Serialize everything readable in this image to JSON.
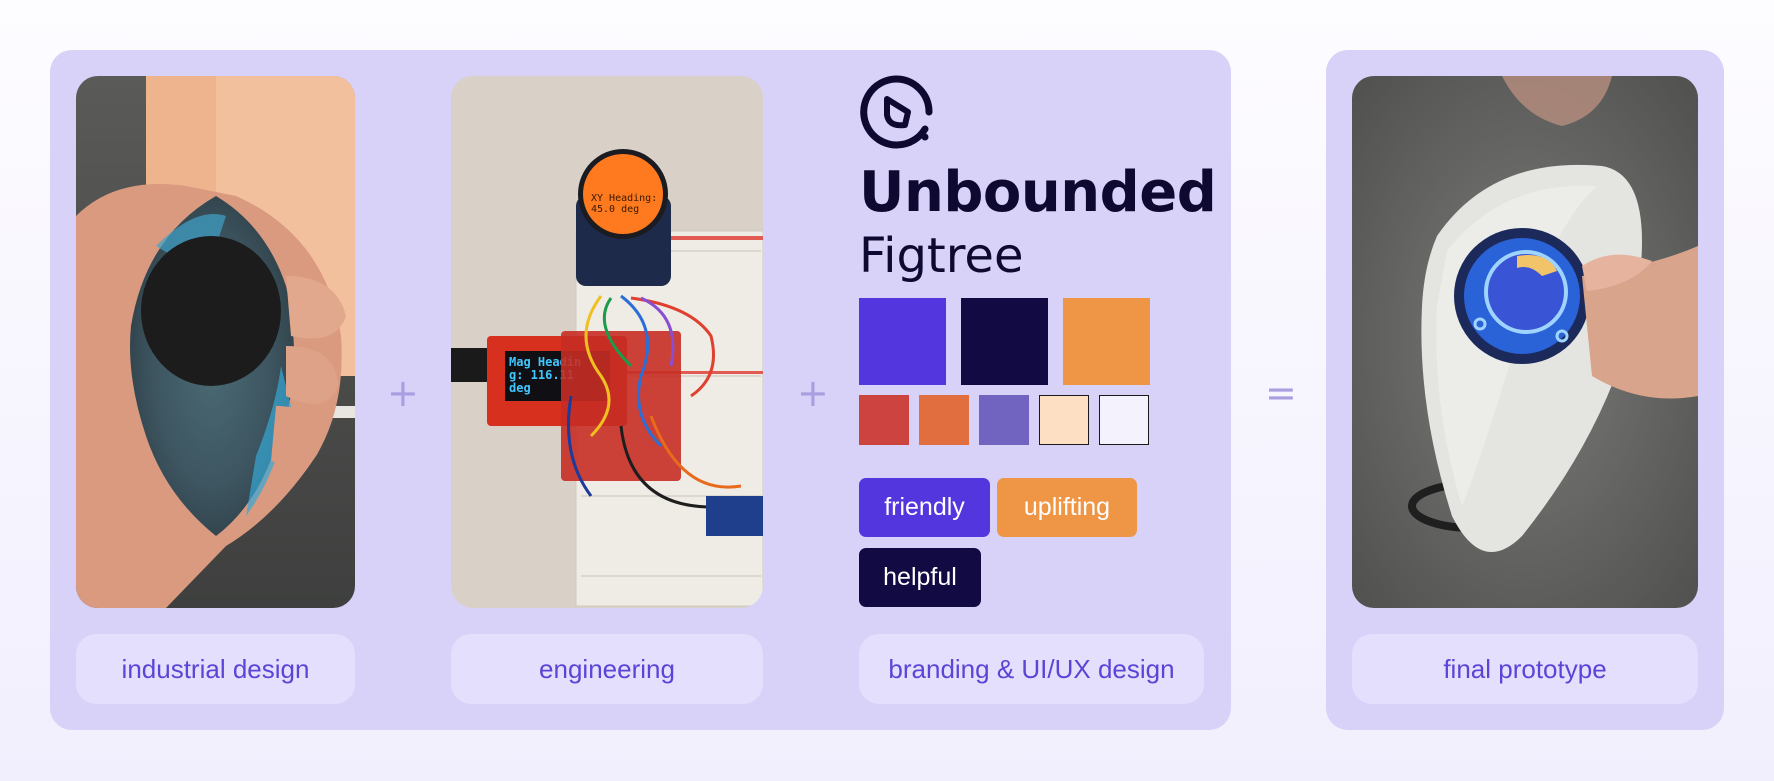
{
  "labels": {
    "industrial": "industrial design",
    "engineering": "engineering",
    "branding": "branding & UI/UX design",
    "final": "final prototype"
  },
  "operators": {
    "plus": "+",
    "equals": "="
  },
  "brand": {
    "heading_font": "Unbounded",
    "body_font": "Figtree",
    "primary_swatches": [
      "#5436df",
      "#120a42",
      "#ee9645"
    ],
    "secondary_swatches": [
      "#cc4340",
      "#e06e3f",
      "#7163c0",
      "#fde0c4",
      "#f3f2fd"
    ]
  },
  "tags": {
    "friendly": "friendly",
    "uplifting": "uplifting",
    "helpful": "helpful"
  },
  "screens": {
    "round_display_line1": "XY Heading:",
    "round_display_line2": "45.0 deg",
    "oled_line1": "Mag Headin",
    "oled_line2": "g: 116.11",
    "oled_line3": "deg"
  },
  "colors": {
    "panel": "#d8d1f8",
    "pill": "#e3dffc",
    "pill_text": "#5b45d6",
    "operator": "#a99ee0"
  }
}
